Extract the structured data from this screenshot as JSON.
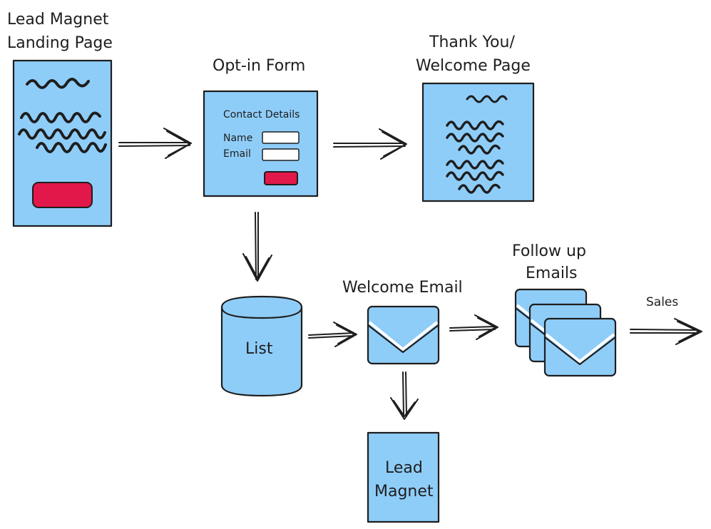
{
  "nodes": {
    "landing_page": {
      "title_line1": "Lead Magnet",
      "title_line2": "Landing Page"
    },
    "optin_form": {
      "title": "Opt-in Form",
      "heading": "Contact Details",
      "name_label": "Name",
      "email_label": "Email"
    },
    "thank_you_page": {
      "title_line1": "Thank You/",
      "title_line2": "Welcome Page"
    },
    "list": {
      "label": "List"
    },
    "welcome_email": {
      "title": "Welcome Email"
    },
    "followup_emails": {
      "title_line1": "Follow up",
      "title_line2": "Emails"
    },
    "sales": {
      "label": "Sales"
    },
    "lead_magnet": {
      "label_line1": "Lead",
      "label_line2": "Magnet"
    }
  },
  "edges": [
    {
      "from": "landing_page",
      "to": "optin_form"
    },
    {
      "from": "optin_form",
      "to": "thank_you_page"
    },
    {
      "from": "optin_form",
      "to": "list"
    },
    {
      "from": "list",
      "to": "welcome_email"
    },
    {
      "from": "welcome_email",
      "to": "followup_emails"
    },
    {
      "from": "welcome_email",
      "to": "lead_magnet"
    },
    {
      "from": "followup_emails",
      "to": "sales"
    }
  ],
  "colors": {
    "box_fill": "#8fcdf9",
    "button_fill": "#e2174a",
    "stroke": "#1e1e1e",
    "field_fill": "#ffffff"
  }
}
